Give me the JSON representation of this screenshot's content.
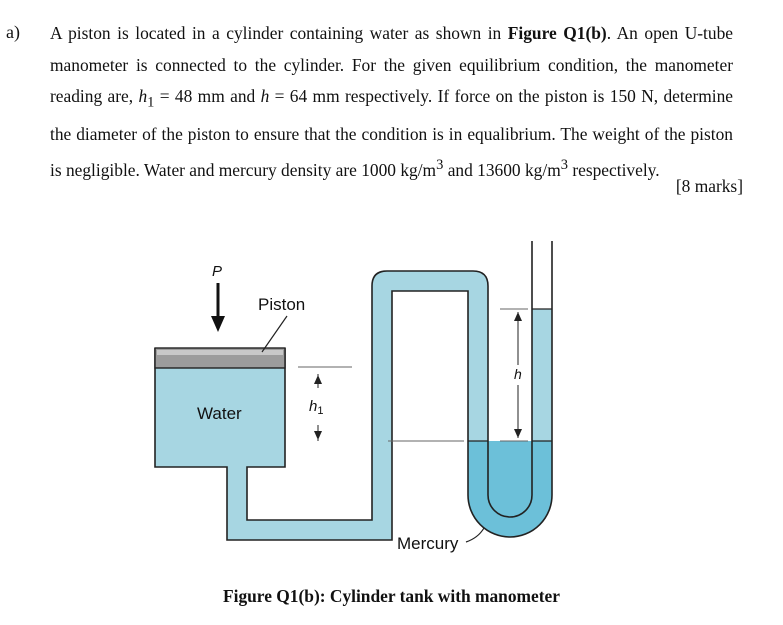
{
  "question": {
    "label": "a)",
    "intro": "A piston is located in a cylinder containing water as shown in ",
    "figure_ref": "Figure Q1(b)",
    "body_1": ". An open U-tube manometer is connected to the cylinder. For the given equilibrium condition, the manometer reading are, ",
    "h1_symbol": "h",
    "h1_sub": "1",
    "h1_value": " = 48 mm and ",
    "h_symbol": "h",
    "h_value": " = 64 mm respectively. If force on the piston is 150 N, determine the diameter of the piston to ensure that the condition is in equalibrium. The weight of the piston is negligible. Water and mercury density are 1000 kg/m",
    "sup_1": "3",
    "body_2": " and 13600 kg/m",
    "sup_2": "3",
    "body_3": " respectively.",
    "marks": "[8 marks]"
  },
  "figure": {
    "label_p": "P",
    "label_piston": "Piston",
    "label_water": "Water",
    "label_h1": "h",
    "label_h1_sub": "1",
    "label_h": "h",
    "label_mercury": "Mercury",
    "caption": "Figure Q1(b): Cylinder tank with manometer",
    "colors": {
      "water": "#a7d6e2",
      "mercury": "#6cc0d9",
      "piston": "#9c9c9c",
      "outline": "#222222"
    }
  }
}
